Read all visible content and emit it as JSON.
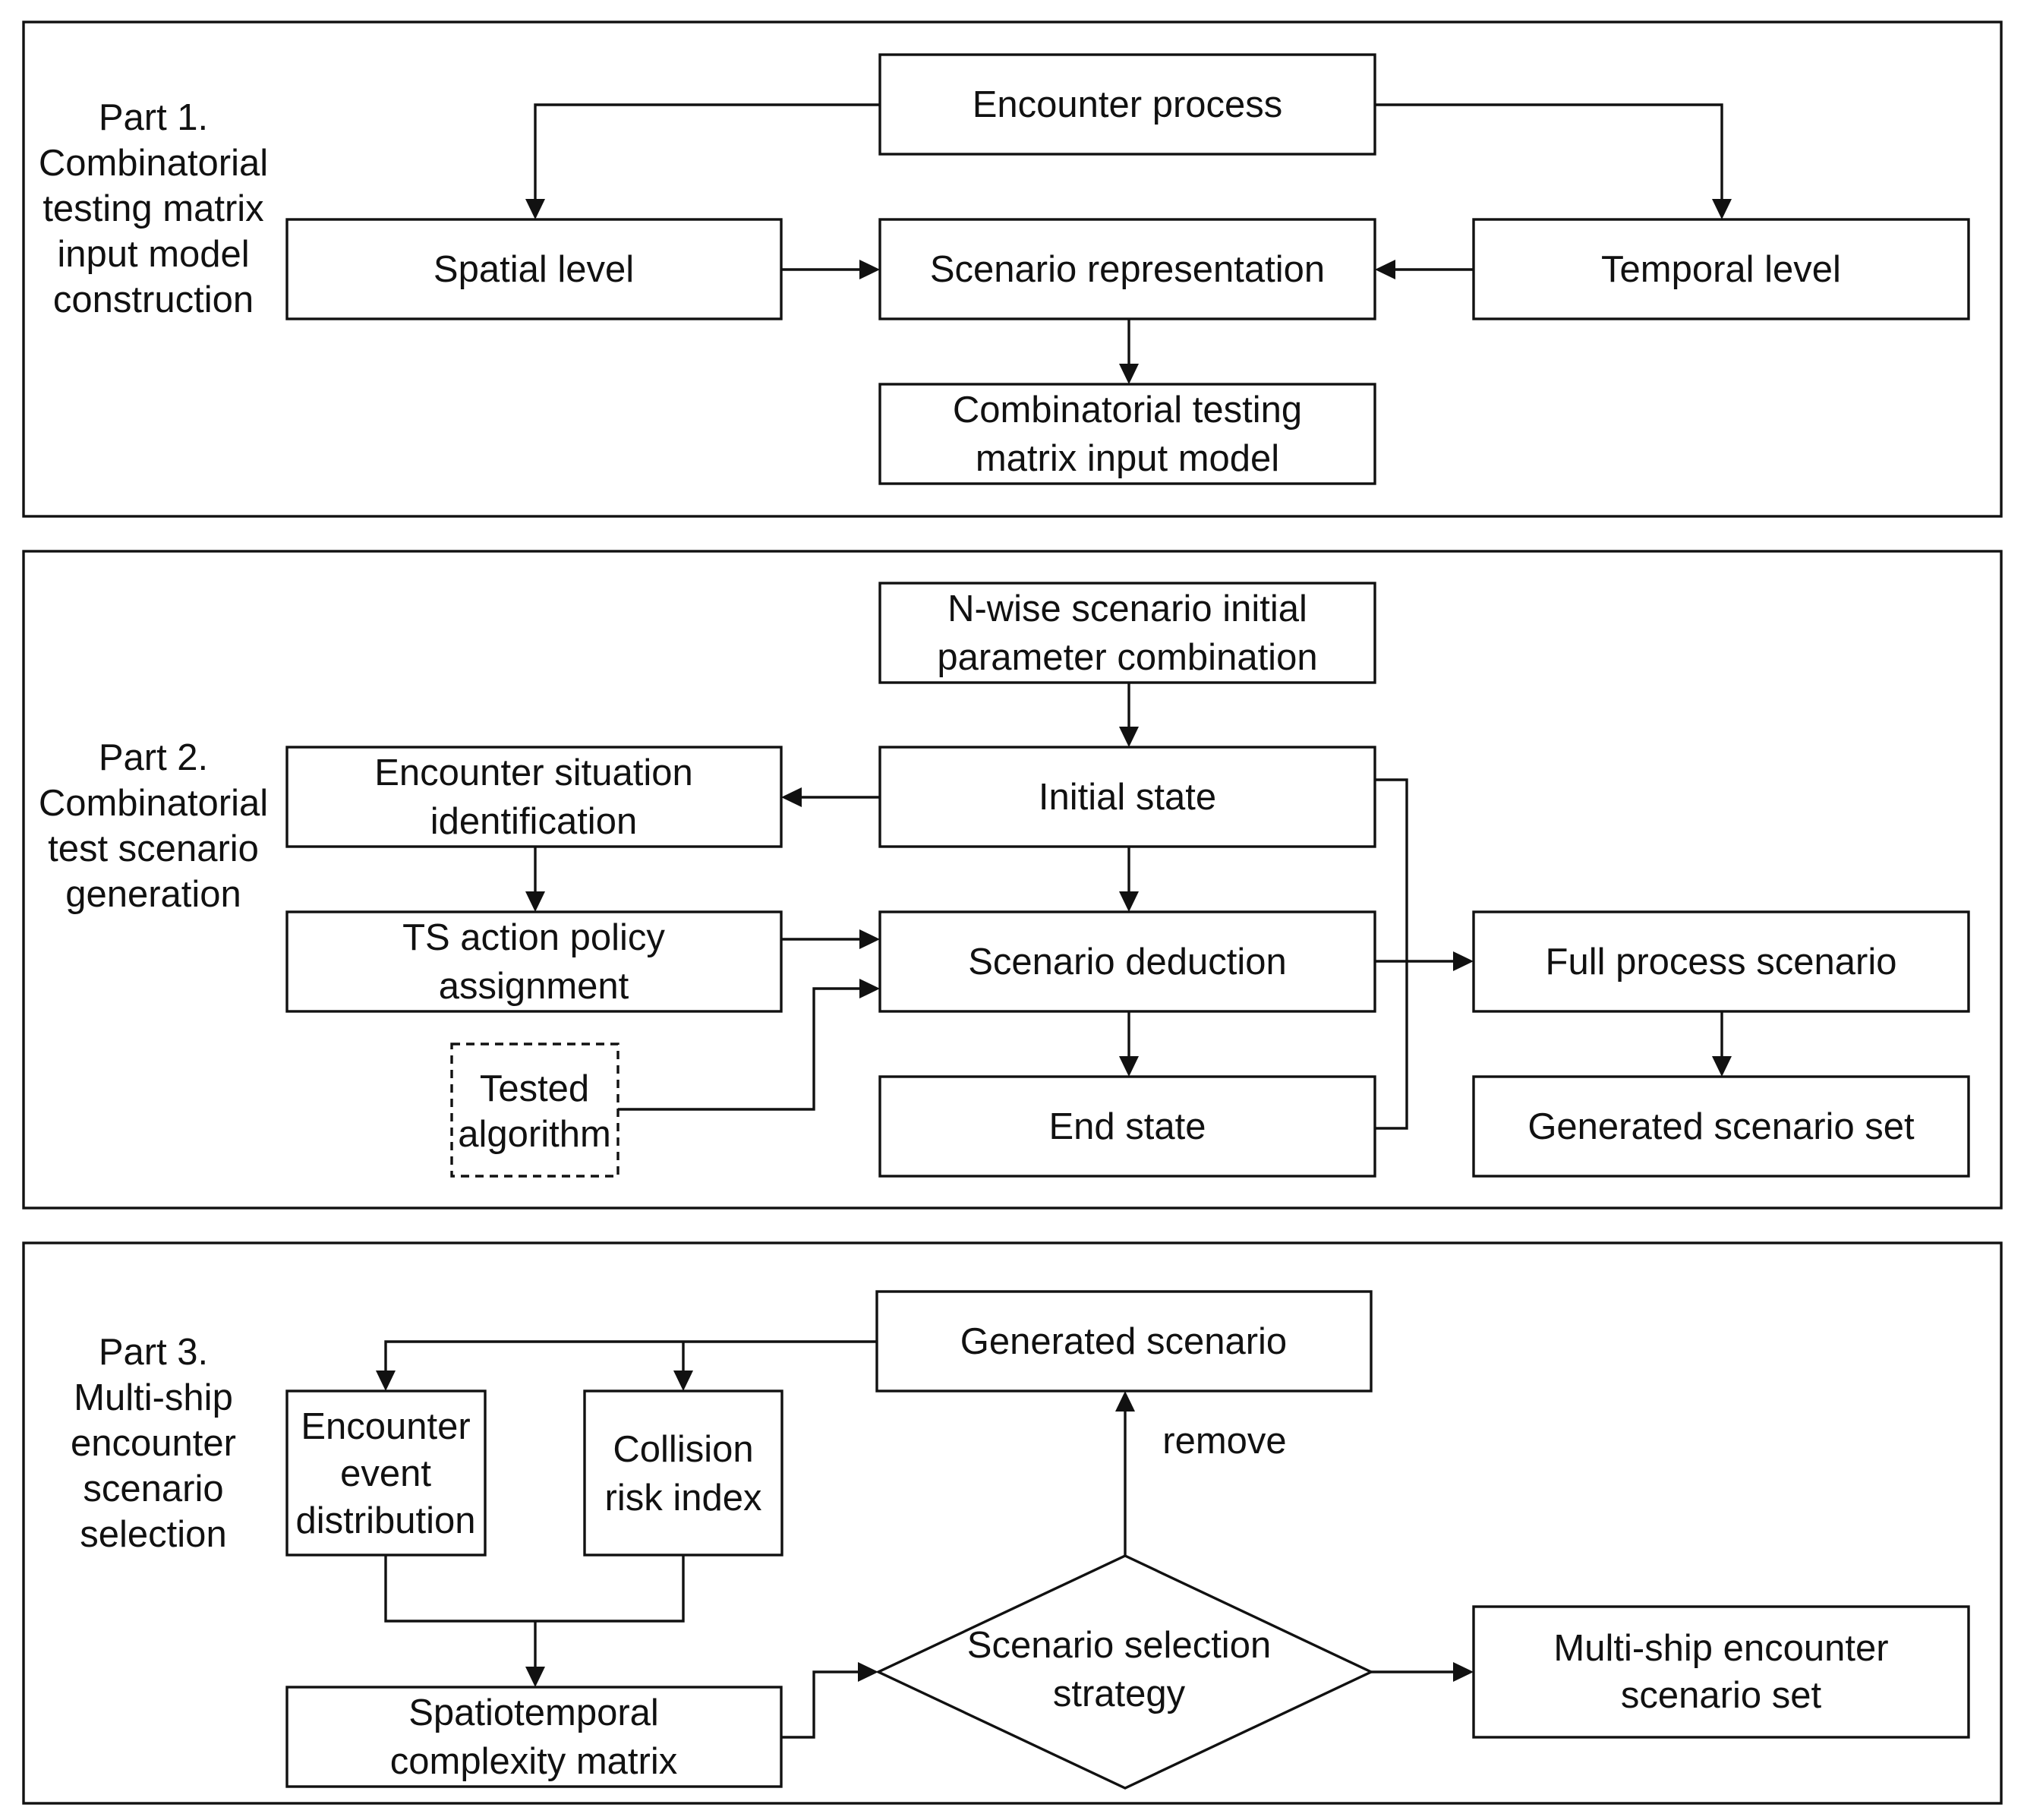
{
  "part1": {
    "label": [
      "Part 1.",
      "Combinatorial",
      "testing matrix",
      "input model",
      "construction"
    ],
    "encounter_process": [
      "Encounter process"
    ],
    "spatial_level": [
      "Spatial level"
    ],
    "scenario_representation": [
      "Scenario representation"
    ],
    "temporal_level": [
      "Temporal level"
    ],
    "ct_matrix_input_model": [
      "Combinatorial testing",
      "matrix input model"
    ]
  },
  "part2": {
    "label": [
      "Part 2.",
      "Combinatorial",
      "test scenario",
      "generation"
    ],
    "nwise_combination": [
      "N-wise scenario initial",
      "parameter combination"
    ],
    "initial_state": [
      "Initial state"
    ],
    "encounter_situation": [
      "Encounter situation",
      "identification"
    ],
    "ts_action_policy": [
      "TS action policy",
      "assignment"
    ],
    "scenario_deduction": [
      "Scenario deduction"
    ],
    "tested_algorithm": [
      "Tested",
      "algorithm"
    ],
    "end_state": [
      "End state"
    ],
    "full_process_scenario": [
      "Full process scenario"
    ],
    "generated_scenario_set": [
      "Generated scenario set"
    ]
  },
  "part3": {
    "label": [
      "Part 3.",
      "Multi-ship",
      "encounter",
      "scenario",
      "selection"
    ],
    "generated_scenario": [
      "Generated scenario"
    ],
    "encounter_event_distribution": [
      "Encounter",
      "event",
      "distribution"
    ],
    "collision_risk_index": [
      "Collision",
      "risk index"
    ],
    "spatiotemporal_matrix": [
      "Spatiotemporal",
      "complexity matrix"
    ],
    "selection_strategy": [
      "Scenario selection",
      "strategy"
    ],
    "multiship_set": [
      "Multi-ship encounter",
      "scenario set"
    ],
    "remove_label": [
      "remove"
    ]
  }
}
